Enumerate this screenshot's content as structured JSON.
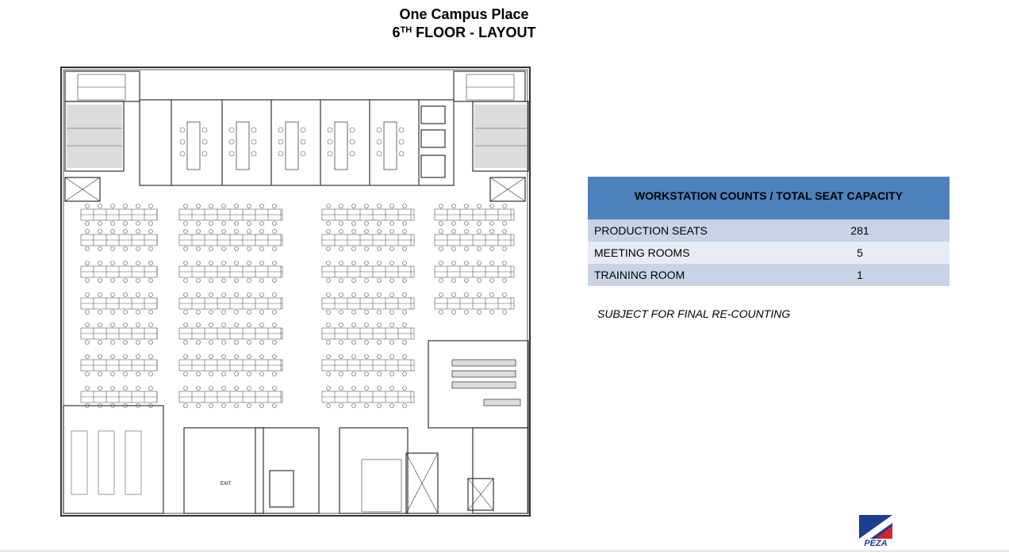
{
  "header": {
    "title": "One Campus Place",
    "subtitle_prefix": "6",
    "subtitle_sup": "TH",
    "subtitle_rest": " FLOOR - LAYOUT"
  },
  "summary_table": {
    "heading": "WORKSTATION COUNTS / TOTAL SEAT CAPACITY",
    "rows": [
      {
        "label": "PRODUCTION SEATS",
        "value": "281"
      },
      {
        "label": "MEETING ROOMS",
        "value": "5"
      },
      {
        "label": "TRAINING ROOM",
        "value": "1"
      }
    ],
    "header_color": "#4f81bd",
    "row_color_a": "#c9d3e6",
    "row_color_b": "#e7ebf4"
  },
  "note": "SUBJECT FOR FINAL RE-COUNTING",
  "floor_plan": {
    "exit_label": "EXIT"
  },
  "logo": {
    "text": "PEZA",
    "colors": {
      "red": "#d8232a",
      "blue": "#1d3d8f"
    }
  }
}
